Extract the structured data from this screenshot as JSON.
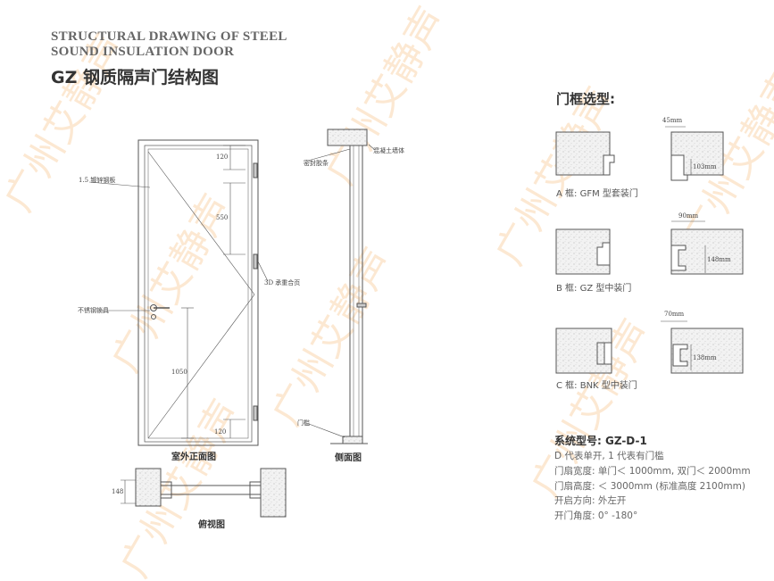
{
  "header": {
    "title_en_line1": "STRUCTURAL DRAWING OF STEEL",
    "title_en_line2": "SOUND INSULATION DOOR",
    "title_cn": "GZ 钢质隔声门结构图"
  },
  "watermark": {
    "text": "广州艾静声",
    "color": "#f6b26b"
  },
  "front_view": {
    "caption": "室外正面图",
    "label_plate": "1.5 镀锌钢板",
    "label_hinge": "3D 承重合页",
    "label_handle": "不锈钢锁具",
    "dim_top": "120",
    "dim_hinge": "550",
    "dim_handle": "1050",
    "dim_bottom": "120"
  },
  "side_view": {
    "caption": "侧面图",
    "label_wall": "混凝土墙体",
    "label_seal": "密封胶条",
    "label_sill": "门槛"
  },
  "top_view": {
    "caption": "俯视图",
    "dim_thickness": "148"
  },
  "frame_selection": {
    "title": "门框选型:",
    "a": {
      "caption": "A 框: GFM 型套装门",
      "dim_width": "45mm",
      "dim_depth": "103mm"
    },
    "b": {
      "caption": "B 框: GZ 型中装门",
      "dim_width": "90mm",
      "dim_depth": "148mm"
    },
    "c": {
      "caption": "C 框: BNK 型中装门",
      "dim_width": "70mm",
      "dim_depth": "138mm"
    }
  },
  "spec": {
    "title": "系统型号: GZ-D-1",
    "line1": "D 代表单开, 1 代表有门槛",
    "line2": "门扇宽度: 单门＜ 1000mm, 双门＜ 2000mm",
    "line3": "门扇高度: ＜ 3000mm (标准高度 2100mm)",
    "line4": "开启方向: 外左开",
    "line5": "开门角度: 0° -180°"
  }
}
